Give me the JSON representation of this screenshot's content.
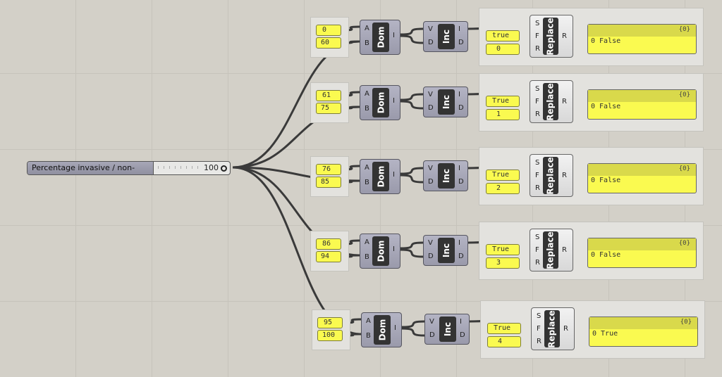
{
  "slider": {
    "label": "Percentage invasive / non-invasive",
    "value": "100"
  },
  "components": {
    "dom": "Dom",
    "inc": "Inc",
    "replace": "Replace"
  },
  "ports": {
    "a": "A",
    "b": "B",
    "i": "I",
    "v": "V",
    "d": "D",
    "s": "S",
    "f": "F",
    "r": "R"
  },
  "rows": [
    {
      "a": "0",
      "b": "60",
      "flag": "true",
      "index": "0",
      "path": "{0}",
      "output": "0 False"
    },
    {
      "a": "61",
      "b": "75",
      "flag": "True",
      "index": "1",
      "path": "{0}",
      "output": "0 False"
    },
    {
      "a": "76",
      "b": "85",
      "flag": "True",
      "index": "2",
      "path": "{0}",
      "output": "0 False"
    },
    {
      "a": "86",
      "b": "94",
      "flag": "True",
      "index": "3",
      "path": "{0}",
      "output": "0 False"
    },
    {
      "a": "95",
      "b": "100",
      "flag": "True",
      "index": "4",
      "path": "{0}",
      "output": "0 True"
    }
  ]
}
